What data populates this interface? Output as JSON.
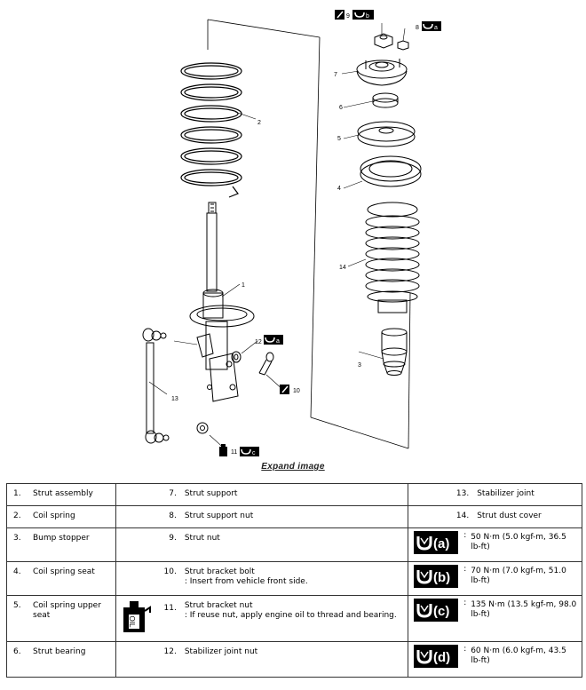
{
  "callouts": {
    "c1": "1",
    "c2": "2",
    "c3": "3",
    "c4": "4",
    "c5": "5",
    "c6": "6",
    "c7": "7",
    "c8": "8",
    "c9": "9",
    "c10": "10",
    "c11": "11",
    "c12": "12",
    "c13": "13",
    "c14": "14"
  },
  "torque_letters": {
    "a": "a",
    "b": "b",
    "c": "c",
    "d": "d"
  },
  "expand_link": "Expand image",
  "legend": {
    "rows": [
      [
        {
          "num": "1.",
          "label": "Strut assembly"
        },
        {
          "num": "7.",
          "label": "Strut support"
        },
        {
          "num": "13.",
          "label": "Stabilizer joint"
        }
      ],
      [
        {
          "num": "2.",
          "label": "Coil spring"
        },
        {
          "num": "8.",
          "label": "Strut support nut"
        },
        {
          "num": "14.",
          "label": "Strut dust cover"
        }
      ],
      [
        {
          "num": "3.",
          "label": "Bump stopper"
        },
        {
          "num": "9.",
          "label": "Strut nut"
        },
        {
          "letter": "a",
          "value": "50 N·m (5.0 kgf-m, 36.5 lb-ft)"
        }
      ],
      [
        {
          "num": "4.",
          "label": "Coil spring seat"
        },
        {
          "num": "10.",
          "label": "Strut bracket bolt",
          "note": ": Insert from vehicle front side."
        },
        {
          "letter": "b",
          "value": "70 N·m (7.0 kgf-m, 51.0 lb-ft)"
        }
      ],
      [
        {
          "num": "5.",
          "label": "Coil spring upper seat"
        },
        {
          "num": "11.",
          "label": "Strut bracket nut",
          "note": ": If reuse nut, apply engine oil to thread and bearing.",
          "icon": "oil-can-icon"
        },
        {
          "letter": "c",
          "value": "135 N·m (13.5 kgf-m, 98.0 lb-ft)"
        }
      ],
      [
        {
          "num": "6.",
          "label": "Strut bearing"
        },
        {
          "num": "12.",
          "label": "Stabilizer joint nut"
        },
        {
          "letter": "d",
          "value": "60 N·m (6.0 kgf-m, 43.5 lb-ft)"
        }
      ]
    ],
    "colon": ":"
  }
}
